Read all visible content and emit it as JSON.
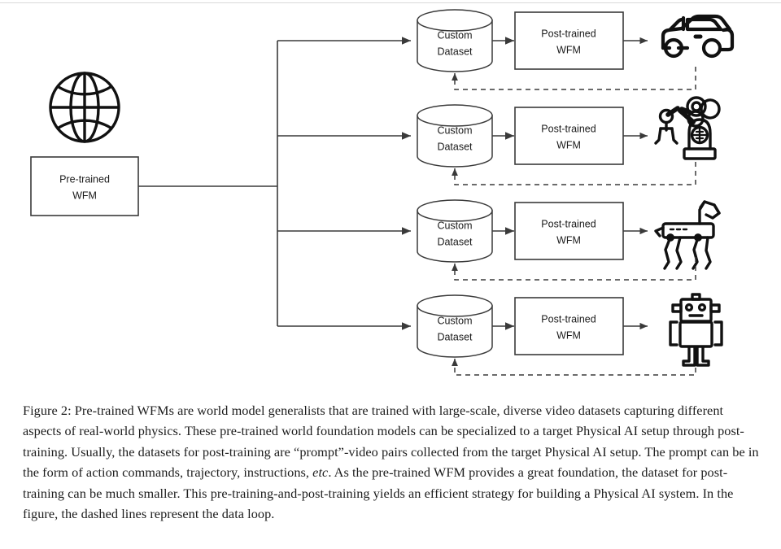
{
  "figure": {
    "source_icon": "globe-icon",
    "pretrained": {
      "line1": "Pre-trained",
      "line2": "WFM"
    },
    "dataset": {
      "line1": "Custom",
      "line2": "Dataset"
    },
    "posttrained": {
      "line1": "Post-trained",
      "line2": "WFM"
    },
    "rows": [
      {
        "dataset_line1": "Custom",
        "dataset_line2": "Dataset",
        "model_line1": "Post-trained",
        "model_line2": "WFM",
        "target_icon": "car-icon"
      },
      {
        "dataset_line1": "Custom",
        "dataset_line2": "Dataset",
        "model_line1": "Post-trained",
        "model_line2": "WFM",
        "target_icon": "robot-arm-icon"
      },
      {
        "dataset_line1": "Custom",
        "dataset_line2": "Dataset",
        "model_line1": "Post-trained",
        "model_line2": "WFM",
        "target_icon": "robot-dog-icon"
      },
      {
        "dataset_line1": "Custom",
        "dataset_line2": "Dataset",
        "model_line1": "Post-trained",
        "model_line2": "WFM",
        "target_icon": "humanoid-robot-icon"
      }
    ],
    "colors": {
      "stroke": "#3a3a3a",
      "icon": "#111111",
      "text": "#1a1a1a",
      "rule": "#d9d9d9"
    }
  },
  "caption": {
    "part1": "Figure 2: Pre-trained WFMs are world model generalists that are trained with large-scale, diverse video datasets capturing different aspects of real-world physics. These pre-trained world foundation models can be specialized to a target Physical AI setup through post-training. Usually, the datasets for post-training are “prompt”-video pairs collected from the target Physical AI setup. The prompt can be in the form of action commands, trajectory, instructions, ",
    "italic": "etc",
    "part2": ". As the pre-trained WFM provides a great foundation, the dataset for post-training can be much smaller. This pre-training-and-post-training yields an efficient strategy for building a Physical AI system. In the figure, the dashed lines represent the data loop."
  }
}
